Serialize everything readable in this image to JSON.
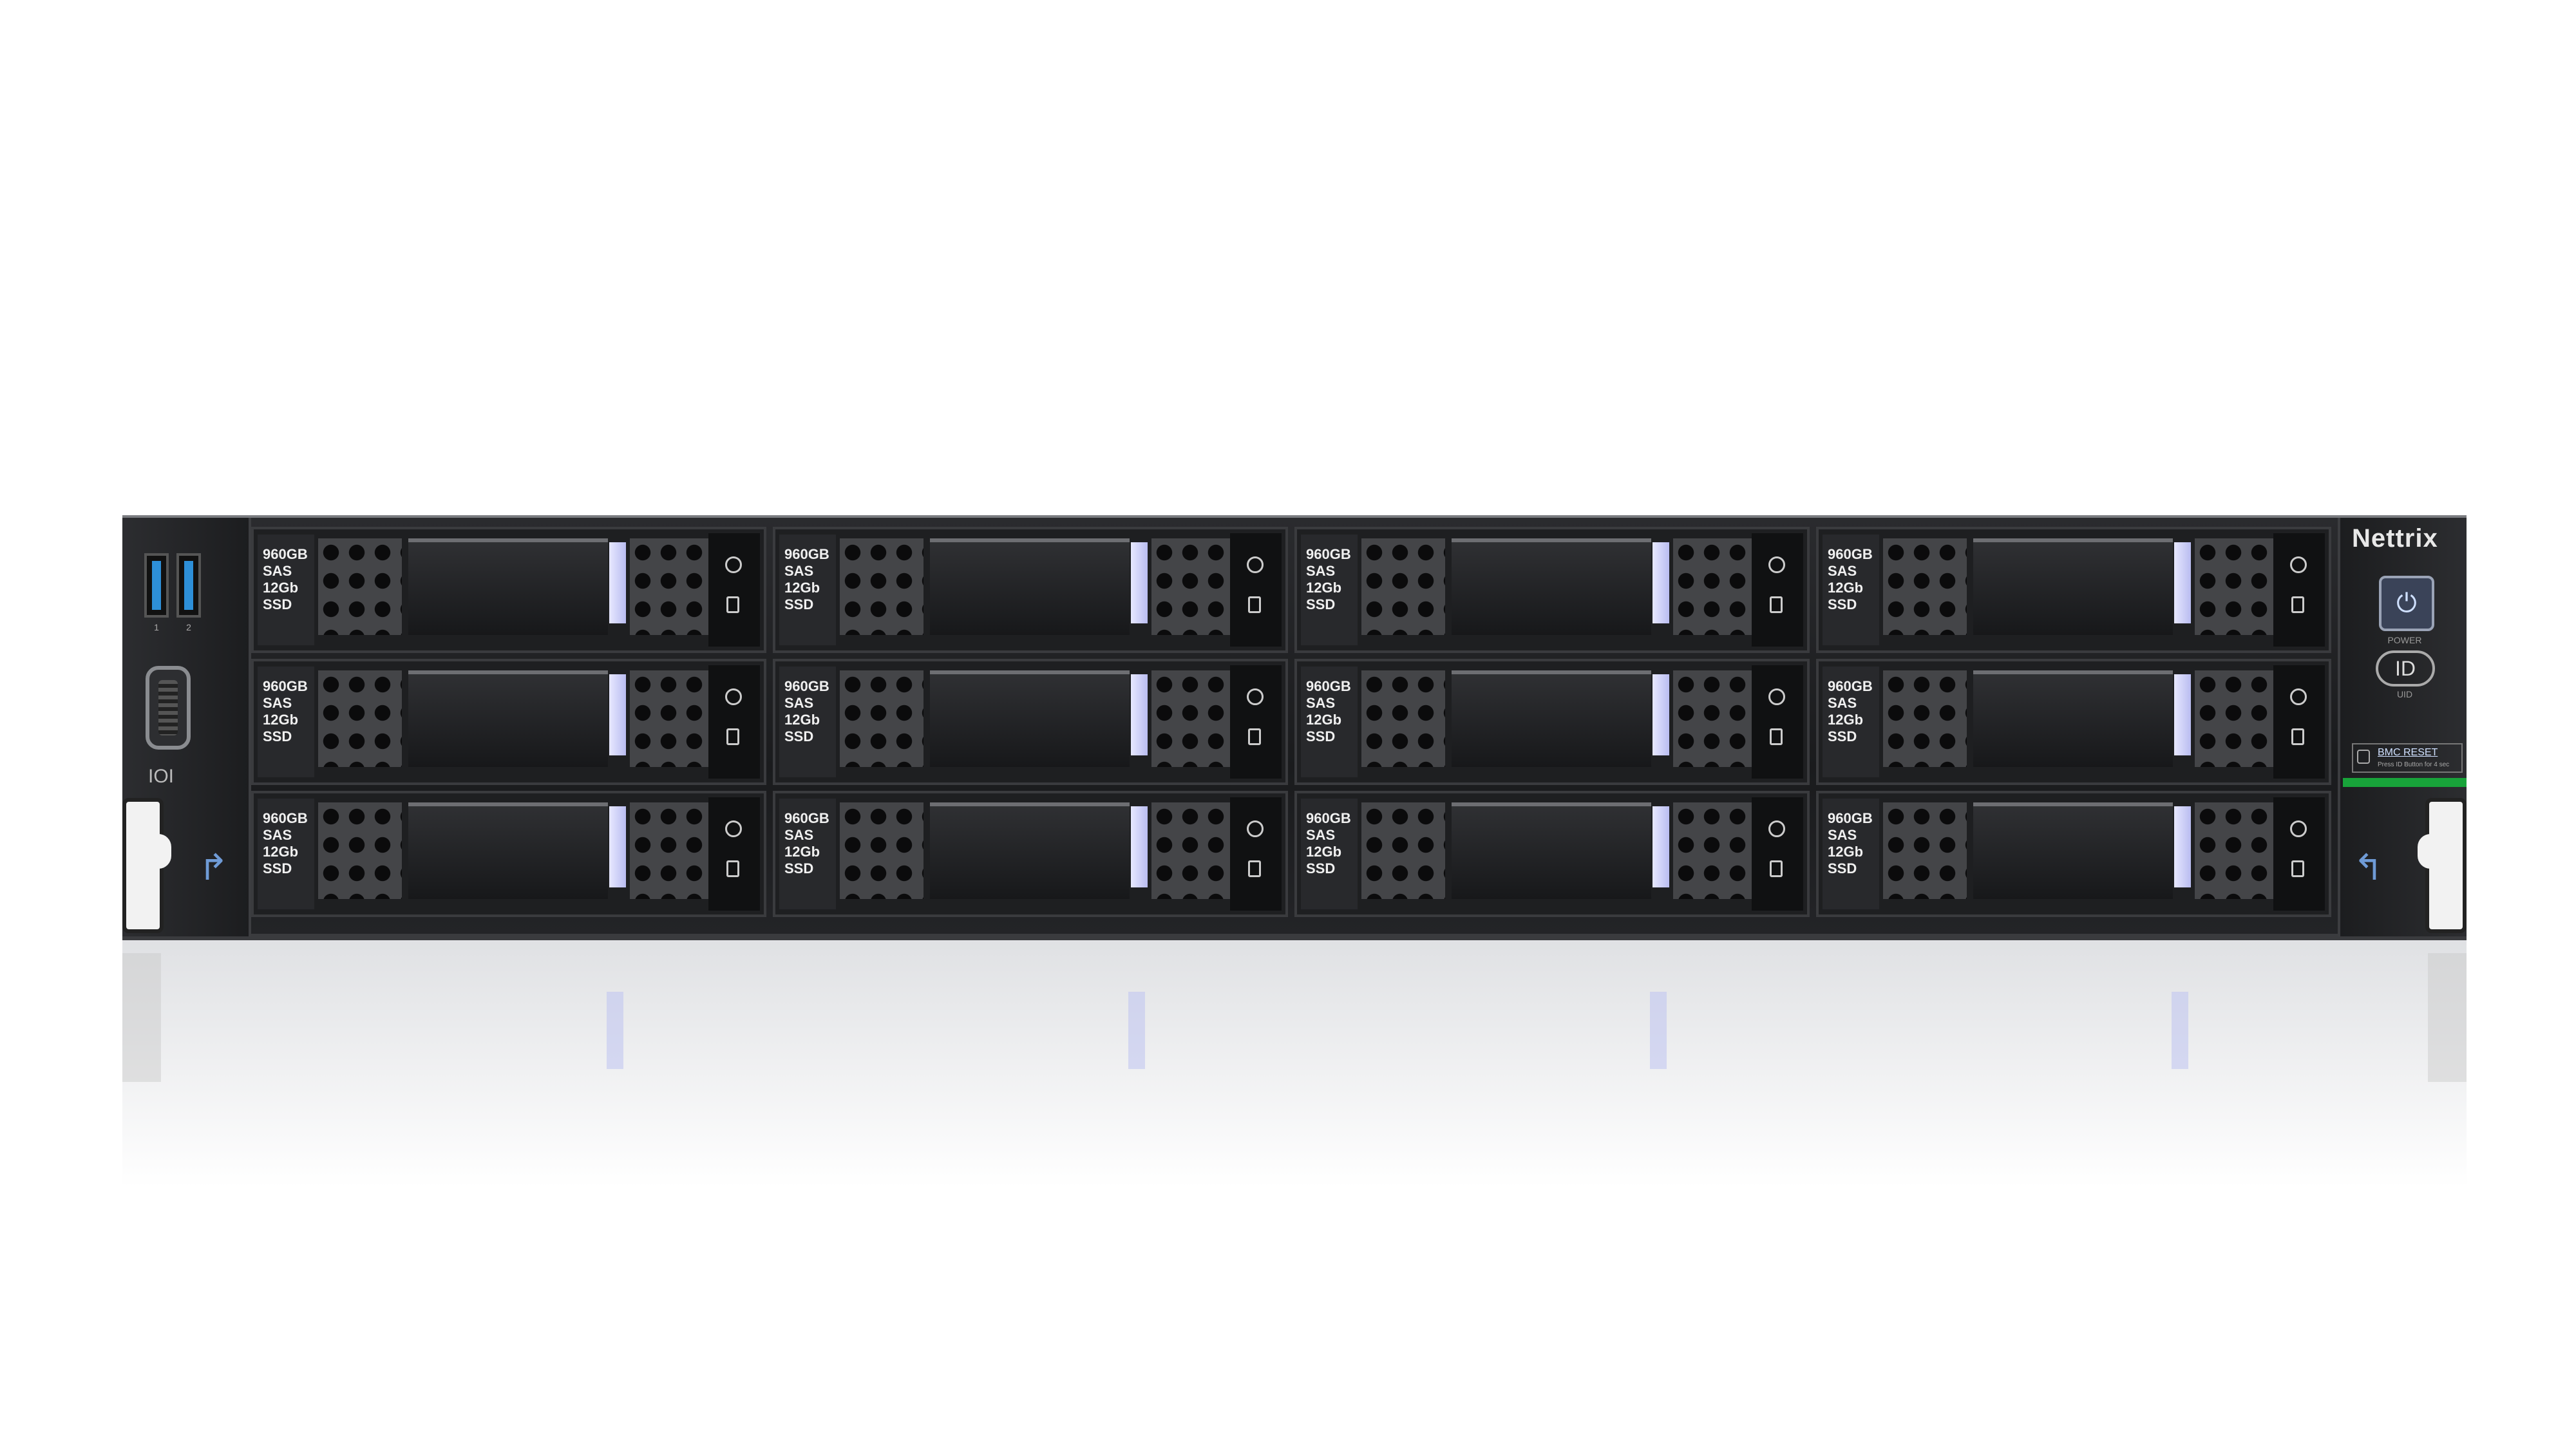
{
  "brand": "Nettrix",
  "left_panel": {
    "usb_ports": [
      "1",
      "2"
    ],
    "vga_label": "IOI"
  },
  "right_panel": {
    "power_label": "POWER",
    "power_symbol": "⏻",
    "id_button": "ID",
    "uid_label": "UID",
    "bmc_reset": "BMC RESET",
    "bmc_hint": "Press ID Button for 4 sec"
  },
  "bays": [
    {
      "capacity": "960GB",
      "iface": "SAS",
      "speed": "12Gb",
      "type": "SSD"
    },
    {
      "capacity": "960GB",
      "iface": "SAS",
      "speed": "12Gb",
      "type": "SSD"
    },
    {
      "capacity": "960GB",
      "iface": "SAS",
      "speed": "12Gb",
      "type": "SSD"
    },
    {
      "capacity": "960GB",
      "iface": "SAS",
      "speed": "12Gb",
      "type": "SSD"
    },
    {
      "capacity": "960GB",
      "iface": "SAS",
      "speed": "12Gb",
      "type": "SSD"
    },
    {
      "capacity": "960GB",
      "iface": "SAS",
      "speed": "12Gb",
      "type": "SSD"
    },
    {
      "capacity": "960GB",
      "iface": "SAS",
      "speed": "12Gb",
      "type": "SSD"
    },
    {
      "capacity": "960GB",
      "iface": "SAS",
      "speed": "12Gb",
      "type": "SSD"
    },
    {
      "capacity": "960GB",
      "iface": "SAS",
      "speed": "12Gb",
      "type": "SSD"
    },
    {
      "capacity": "960GB",
      "iface": "SAS",
      "speed": "12Gb",
      "type": "SSD"
    },
    {
      "capacity": "960GB",
      "iface": "SAS",
      "speed": "12Gb",
      "type": "SSD"
    },
    {
      "capacity": "960GB",
      "iface": "SAS",
      "speed": "12Gb",
      "type": "SSD"
    }
  ],
  "colors": {
    "usb_blue": "#2d8fd8",
    "status_green": "#18a33a",
    "tray_tab": "#c8caf5"
  }
}
